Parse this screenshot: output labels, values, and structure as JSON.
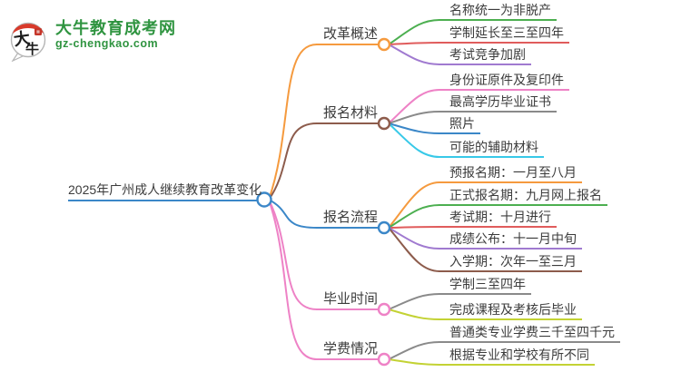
{
  "site": {
    "name": "大牛教育成考网",
    "domain": "gz-chengkao.com",
    "logo_glyph_1": "大",
    "logo_glyph_2": "牛",
    "brand_green": "#2f9440",
    "logo_red": "#d93a2b"
  },
  "mindmap": {
    "root": {
      "label": "2025年广州成人继续教育改革变化",
      "color": "#3b87c8"
    },
    "branches": [
      {
        "label": "改革概述",
        "color": "#f59a3e",
        "items": [
          {
            "label": "名称统一为非脱产",
            "color": "#4caf50"
          },
          {
            "label": "学制延长至三至四年",
            "color": "#e05c5c"
          },
          {
            "label": "考试竞争加剧",
            "color": "#a07ad0"
          }
        ]
      },
      {
        "label": "报名材料",
        "color": "#8d5c4c",
        "items": [
          {
            "label": "身份证原件及复印件",
            "color": "#ee82c6"
          },
          {
            "label": "最高学历毕业证书",
            "color": "#8a8a8a"
          },
          {
            "label": "照片",
            "color": "#3b87c8"
          },
          {
            "label": "可能的辅助材料",
            "color": "#38c9e8"
          }
        ]
      },
      {
        "label": "报名流程",
        "color": "#3b87c8",
        "items": [
          {
            "label": "预报名期：一月至八月",
            "color": "#f59a3e"
          },
          {
            "label": "正式报名期：九月网上报名",
            "color": "#4caf50"
          },
          {
            "label": "考试期：十月进行",
            "color": "#e05c5c"
          },
          {
            "label": "成绩公布：十一月中旬",
            "color": "#a07ad0"
          },
          {
            "label": "入学期：次年一至三月",
            "color": "#8d5c4c"
          }
        ]
      },
      {
        "label": "毕业时间",
        "color": "#ee82c6",
        "items": [
          {
            "label": "学制三至四年",
            "color": "#8a8a8a"
          },
          {
            "label": "完成课程及考核后毕业",
            "color": "#c3d234"
          }
        ]
      },
      {
        "label": "学费情况",
        "color": "#ee82c6",
        "items": [
          {
            "label": "普通类专业学费三千至四千元",
            "color": "#8a8a8a"
          },
          {
            "label": "根据专业和学校有所不同",
            "color": "#c3d234"
          }
        ]
      }
    ]
  }
}
